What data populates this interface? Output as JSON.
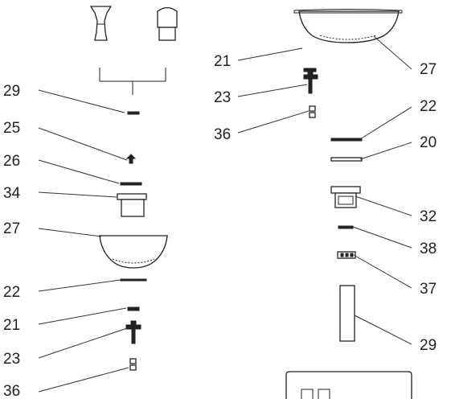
{
  "callouts": {
    "l29": "29",
    "l25": "25",
    "l26": "26",
    "l34": "34",
    "l27": "27",
    "l22": "22",
    "l21": "21",
    "l23": "23",
    "l36": "36",
    "r21": "21",
    "r27": "27",
    "r23": "23",
    "r22": "22",
    "r36": "36",
    "r20": "20",
    "r32": "32",
    "r38": "38",
    "r37": "37",
    "r29": "29"
  },
  "colors": {
    "ink": "#222222",
    "background": "#ffffff"
  }
}
